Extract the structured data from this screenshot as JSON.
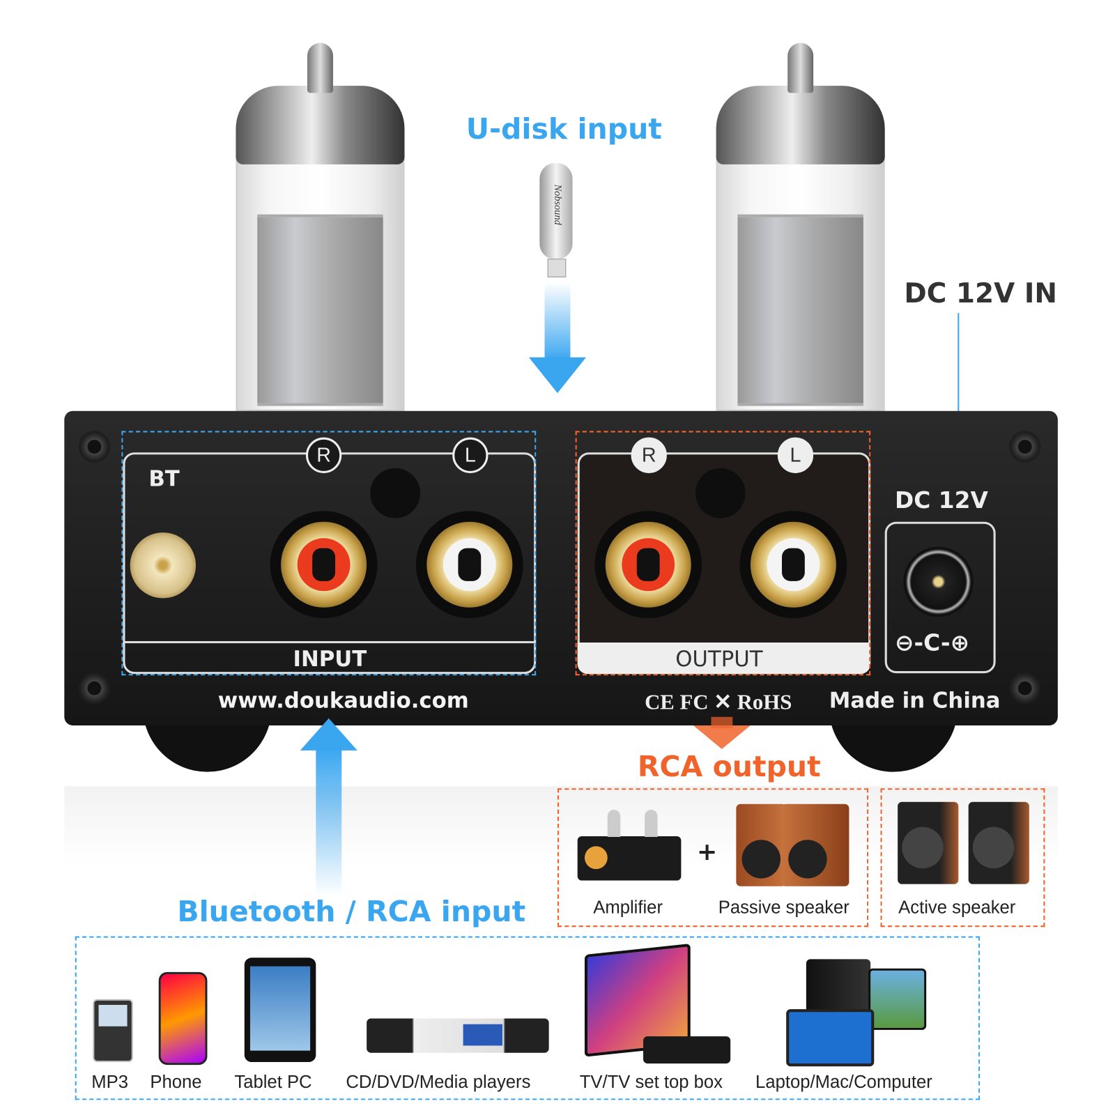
{
  "colors": {
    "input_accent": "#3aa6f0",
    "output_accent": "#f0642c",
    "panel": "#1e1e1e"
  },
  "callouts": {
    "u_disk": "U-disk input",
    "dc_in": "DC 12V IN",
    "rca_output": "RCA output",
    "bt_rca_input": "Bluetooth / RCA input"
  },
  "panel": {
    "bt": "BT",
    "input_label": "INPUT",
    "output_label": "OUTPUT",
    "input_r": "R",
    "input_l": "L",
    "output_r": "R",
    "output_l": "L",
    "dc_label": "DC 12V",
    "polarity": "⊖-C-⊕",
    "website": "www.doukaudio.com",
    "certs": "CE FC ✕ RoHS",
    "made_in": "Made in China"
  },
  "usb_brand": "Nobsound",
  "outputs": [
    {
      "label": "Amplifier",
      "plus": "+"
    },
    {
      "label": "Passive speaker"
    },
    {
      "label": "Active speaker"
    }
  ],
  "sources": [
    "MP3",
    "Phone",
    "Tablet PC",
    "CD/DVD/Media players",
    "TV/TV set top box",
    "Laptop/Mac/Computer"
  ]
}
